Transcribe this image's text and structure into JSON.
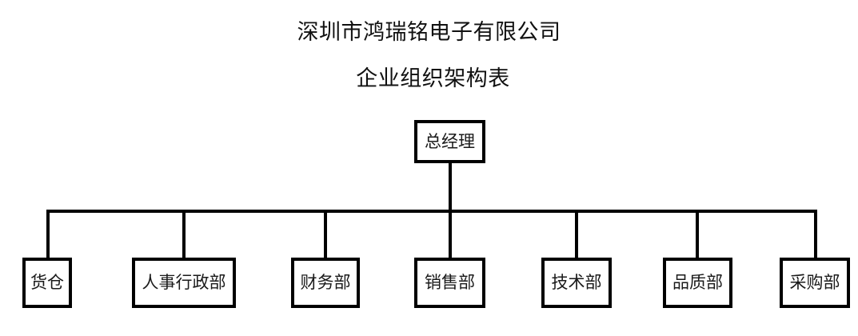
{
  "document": {
    "title": "深圳市鸿瑞铭电子有限公司",
    "subtitle": "企业组织架构表"
  },
  "colors": {
    "background": "#ffffff",
    "line": "#000000",
    "border": "#000000",
    "text": "#1a1a1a"
  },
  "chart_data": {
    "type": "diagram",
    "diagram_type": "organizational-chart",
    "title": "深圳市鸿瑞铭电子有限公司",
    "subtitle": "企业组织架构表",
    "orientation": "top-down",
    "levels": 2,
    "root": {
      "id": "general-manager",
      "label": "总经理"
    },
    "children": [
      {
        "id": "warehouse",
        "label": "货仓"
      },
      {
        "id": "hr-admin",
        "label": "人事行政部"
      },
      {
        "id": "finance",
        "label": "财务部"
      },
      {
        "id": "sales",
        "label": "销售部"
      },
      {
        "id": "technical",
        "label": "技术部"
      },
      {
        "id": "quality",
        "label": "品质部"
      },
      {
        "id": "purchasing",
        "label": "采购部"
      }
    ]
  }
}
